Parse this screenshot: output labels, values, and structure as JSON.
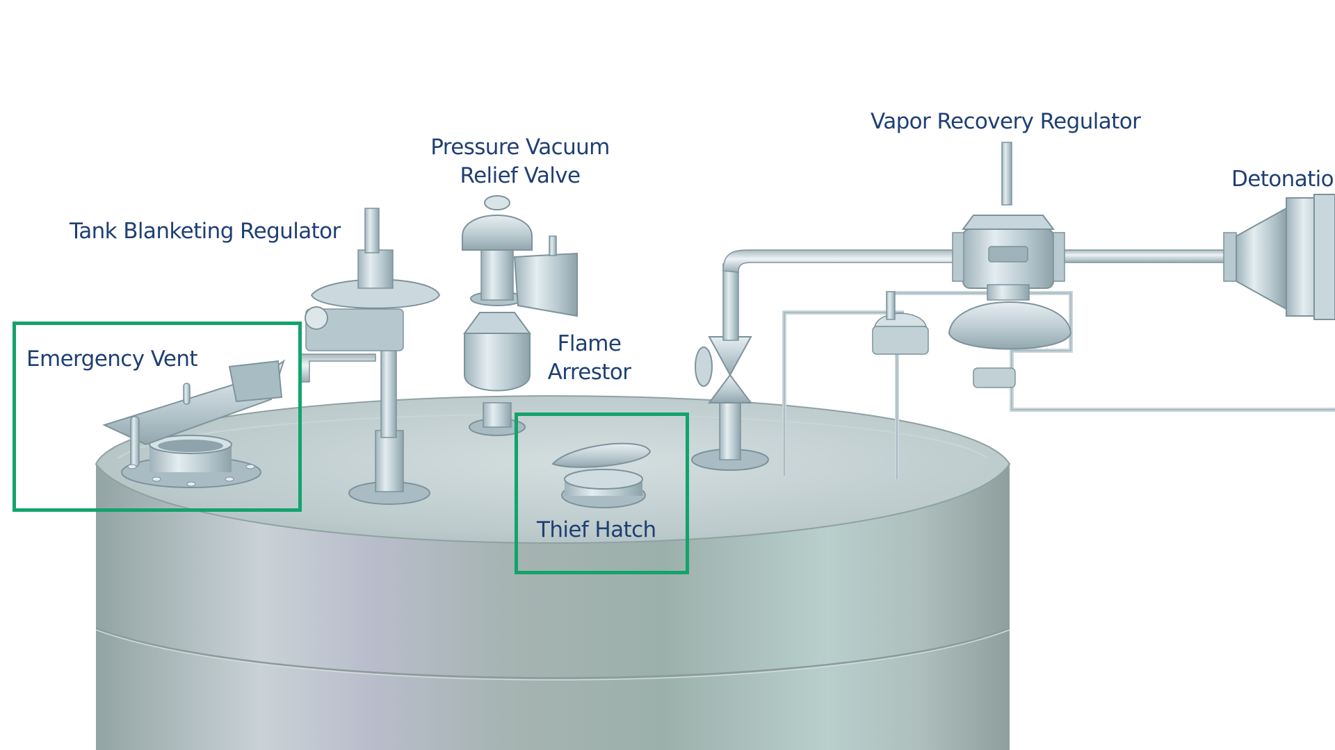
{
  "labels": {
    "tank_blanketing_regulator": "Tank Blanketing Regulator",
    "pressure_vacuum_relief_valve": [
      "Pressure Vacuum",
      "Relief Valve"
    ],
    "flame_arrestor": [
      "Flame",
      "Arrestor"
    ],
    "vapor_recovery_regulator": "Vapor Recovery Regulator",
    "detonation_arrestor": "Detonatio",
    "emergency_vent": "Emergency Vent",
    "thief_hatch": "Thief Hatch"
  },
  "highlighted": [
    "Emergency Vent",
    "Thief Hatch"
  ],
  "colors": {
    "label_text": "#1f3f73",
    "highlight_border": "#13a36b",
    "tank_steel": "#a9b8b8",
    "equipment_steel": "#c3d2d8"
  }
}
